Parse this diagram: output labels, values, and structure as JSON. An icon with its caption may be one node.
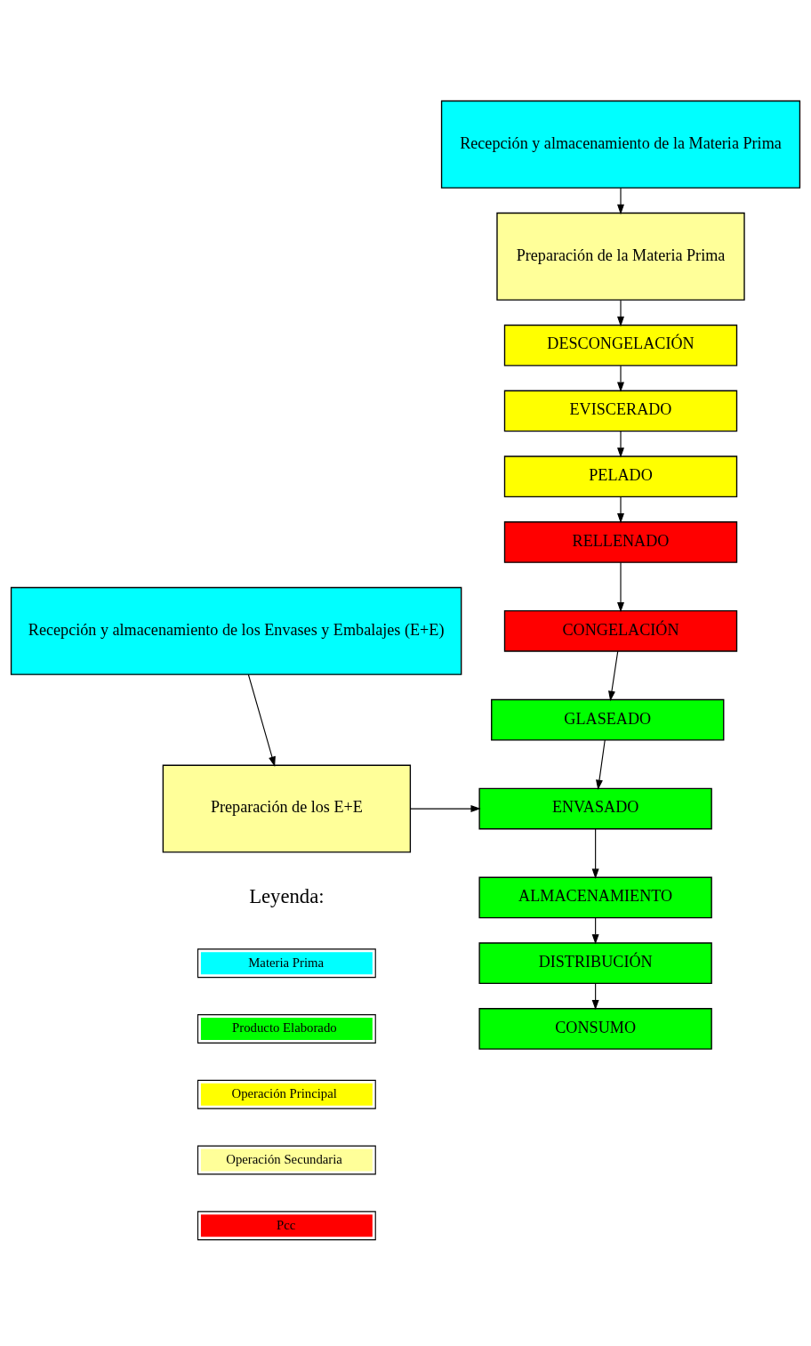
{
  "diagram": {
    "nodes": [
      {
        "text": [
          "Recepción y almacenamiento de la Materia Prima"
        ]
      },
      {
        "text": [
          "Preparación de la Materia Prima"
        ]
      },
      {
        "text": [
          "DESCONGELACIÓN"
        ]
      },
      {
        "text": [
          "EVISCERADO"
        ]
      },
      {
        "text": [
          "PELADO"
        ]
      },
      {
        "text": [
          "RELLENADO"
        ]
      },
      {
        "text": [
          "CONGELACIÓN"
        ]
      },
      {
        "text": [
          "GLASEADO"
        ]
      },
      {
        "text": [
          "ENVASADO"
        ]
      },
      {
        "text": [
          "ALMACENAMIENTO"
        ]
      },
      {
        "text": [
          "DISTRIBUCIÓN"
        ]
      },
      {
        "text": [
          "CONSUMO"
        ]
      },
      {
        "text": [
          "Recepción y almacenamiento de los Envases y Embalajes (E+E)"
        ]
      },
      {
        "text": [
          "Preparación de los E+E"
        ]
      }
    ],
    "edges": [
      {
        "from": 0,
        "to": 1,
        "arrow": "to"
      },
      {
        "from": 1,
        "to": 2,
        "arrow": "to"
      },
      {
        "from": 2,
        "to": 3,
        "arrow": "to"
      },
      {
        "from": 3,
        "to": 4,
        "arrow": "to"
      },
      {
        "from": 4,
        "to": 5,
        "arrow": "to"
      },
      {
        "from": 5,
        "to": 6,
        "arrow": "to"
      },
      {
        "from": 6,
        "to": 7,
        "arrow": "to"
      },
      {
        "from": 7,
        "to": 8,
        "arrow": "to"
      },
      {
        "from": 8,
        "to": 9,
        "arrow": "to"
      },
      {
        "from": 9,
        "to": 10,
        "arrow": "to"
      },
      {
        "from": 10,
        "to": 11,
        "arrow": "to"
      },
      {
        "from": 12,
        "to": 13,
        "arrow": "to"
      },
      {
        "from": 13,
        "to": 8,
        "arrow": "to"
      }
    ],
    "labels": [
      "Leyenda:"
    ],
    "legend": [
      {
        "text": "Materia Prima",
        "color": "#00ffff"
      },
      {
        "text": "Producto Elaborado",
        "color": "#00ff00"
      },
      {
        "text": "Operación Principal",
        "color": "#ffff00"
      },
      {
        "text": "Operación Secundaria",
        "color": "#ffff99"
      },
      {
        "text": "Pcc",
        "color": "#ff0000"
      }
    ]
  }
}
